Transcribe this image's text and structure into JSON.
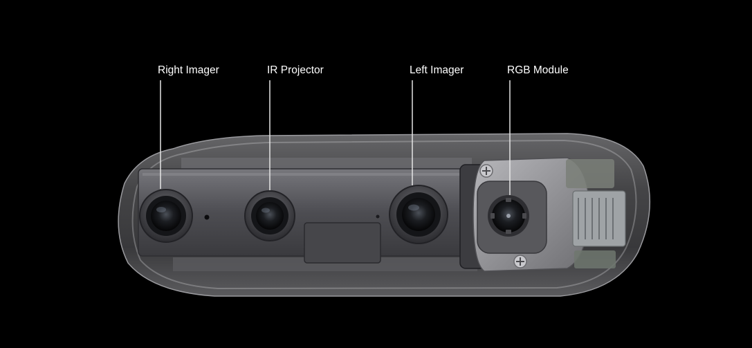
{
  "labels": {
    "right_imager": "Right Imager",
    "ir_projector": "IR Projector",
    "left_imager": "Left Imager",
    "rgb_module": "RGB Module"
  },
  "colors": {
    "background": "#000000",
    "label_text": "#ffffff",
    "leader_line": "#e6e6e6",
    "shell": "#8e8e92",
    "bracket": "#4a4a4e",
    "lens_glass": "#1a1c20"
  },
  "icons": {
    "device": "depth-camera-illustration"
  }
}
